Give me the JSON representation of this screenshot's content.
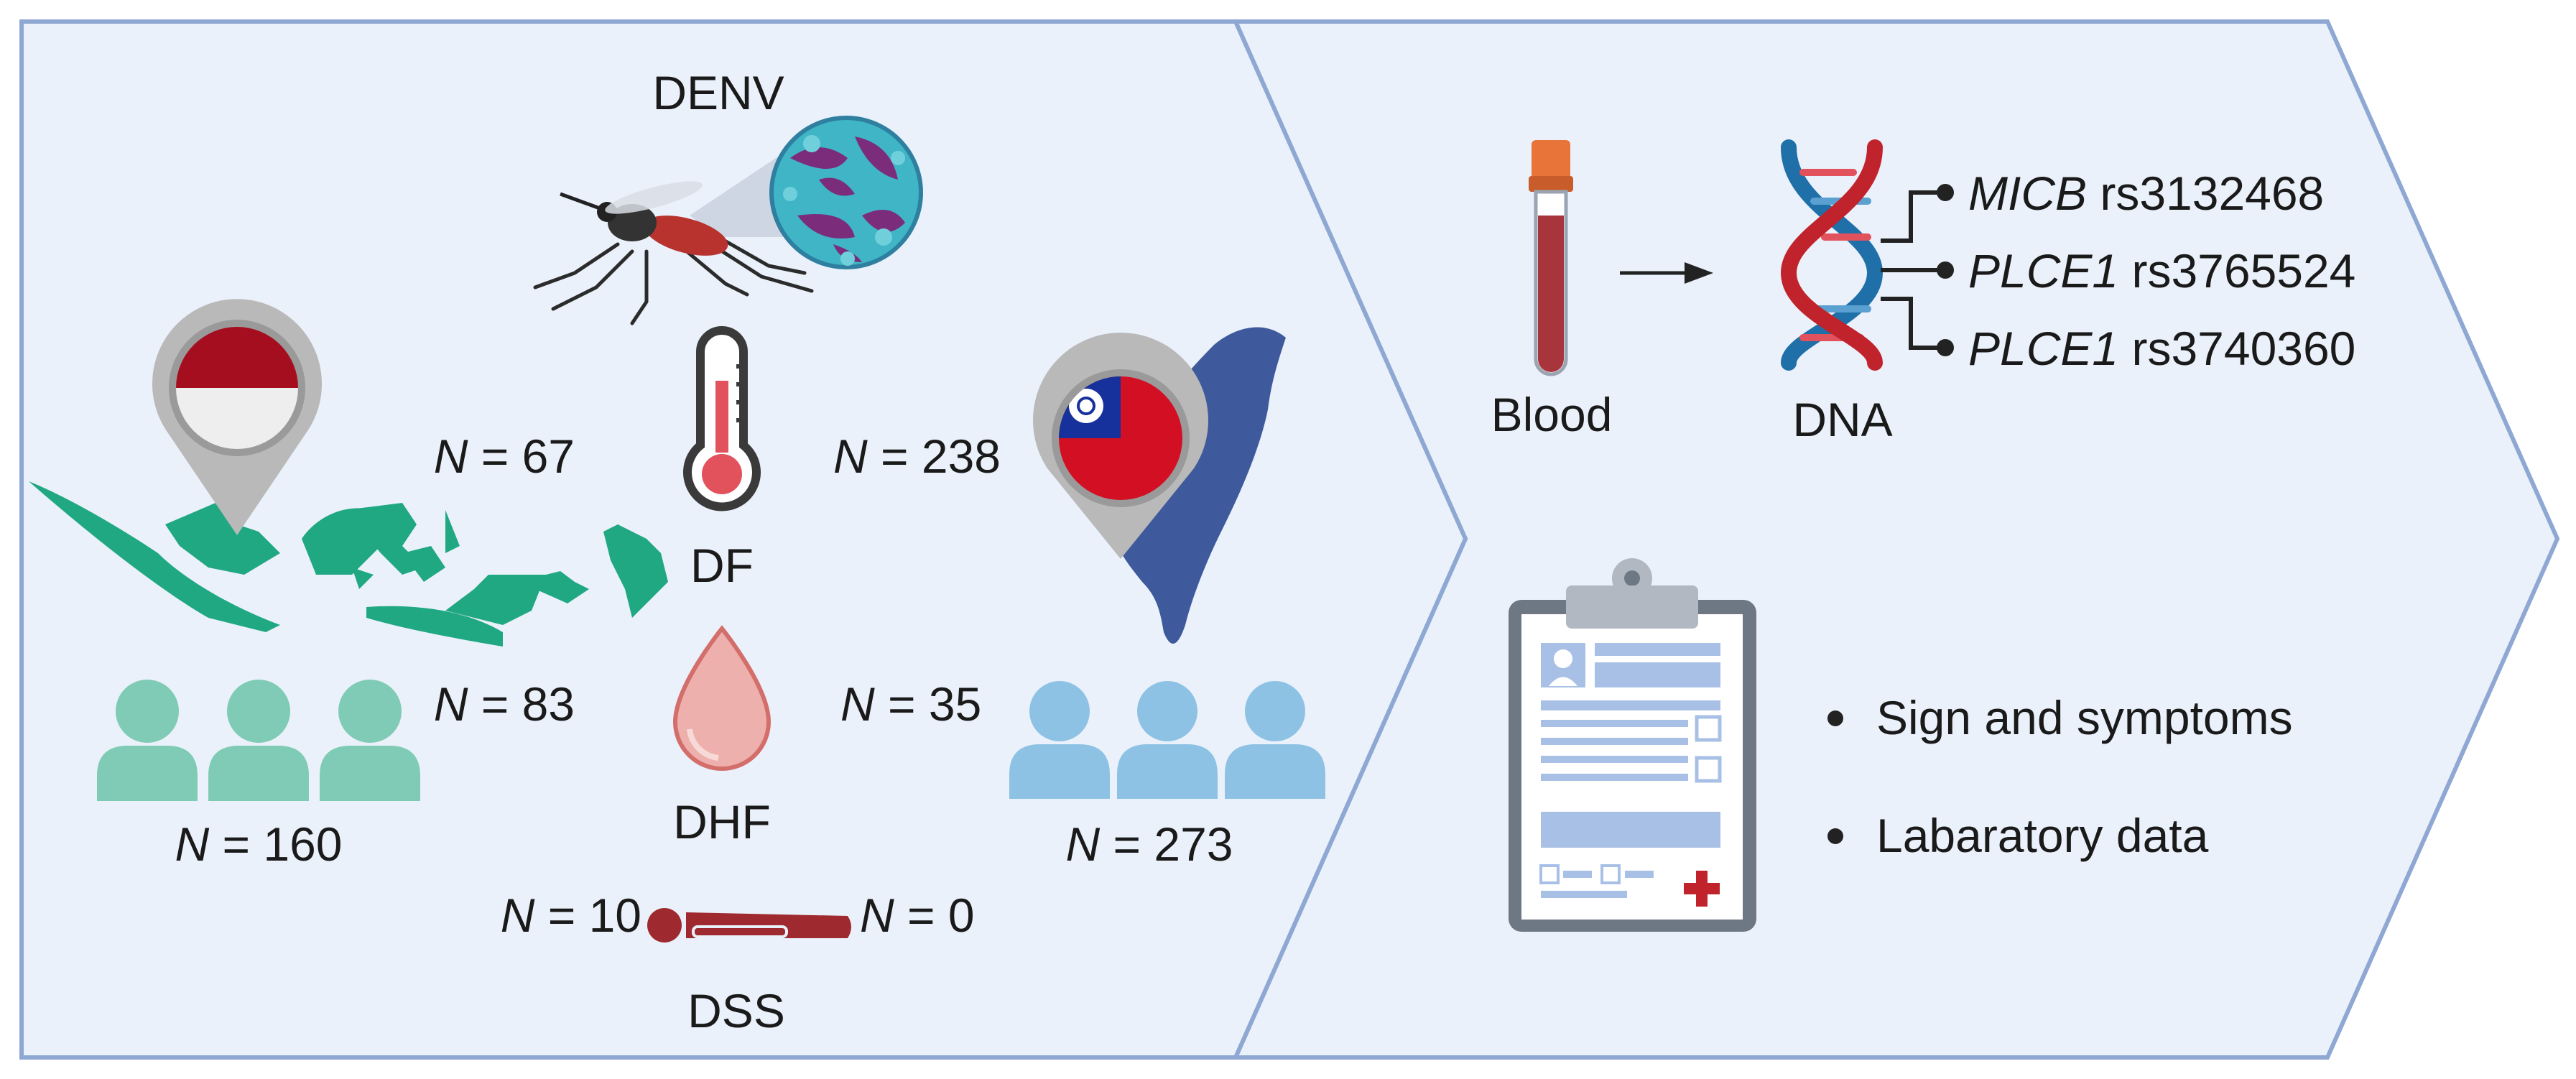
{
  "virus": {
    "label": "DENV"
  },
  "indonesia": {
    "total": "160"
  },
  "taiwan": {
    "total": "273"
  },
  "categories": [
    {
      "label": "DF",
      "indonesia_n": "67",
      "taiwan_n": "238"
    },
    {
      "label": "DHF",
      "indonesia_n": "83",
      "taiwan_n": "35"
    },
    {
      "label": "DSS",
      "indonesia_n": "10",
      "taiwan_n": "0"
    }
  ],
  "n_symbol": "N",
  "equals": " = ",
  "sample": {
    "blood": "Blood",
    "dna": "DNA"
  },
  "snps": [
    {
      "gene": "MICB",
      "rs": "rs3132468"
    },
    {
      "gene": "PLCE1",
      "rs": "rs3765524"
    },
    {
      "gene": "PLCE1",
      "rs": "rs3740360"
    }
  ],
  "clinical": {
    "items": [
      "Sign and symptoms",
      "Labaratory data"
    ]
  },
  "colors": {
    "panel_bg": "#eaf1fa",
    "panel_border": "#8fa8d3",
    "indonesia_green": "#20a882",
    "indonesia_people": "#7fcbb5",
    "taiwan_blue": "#3e5a9c",
    "taiwan_people": "#8ec2e4",
    "dna_red": "#c0232b",
    "dna_blue": "#1f6fa8",
    "blood_red": "#a8343c",
    "tube_cap": "#e8743a"
  }
}
